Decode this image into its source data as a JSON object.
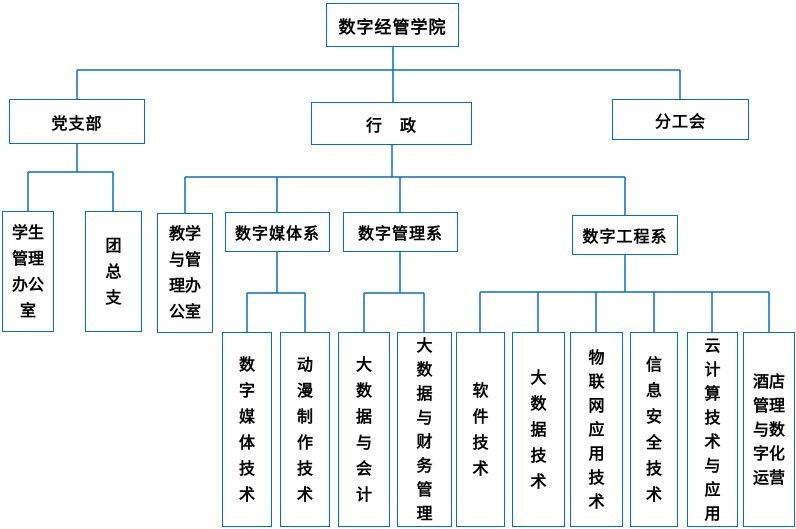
{
  "colors": {
    "line": "#0a6ebd",
    "text": "#000000",
    "background": "#ffffff"
  },
  "nodes": {
    "root": "数字经管学院",
    "party_branch": "党支部",
    "administration": "行　政",
    "branch_union": "分工会",
    "student_affairs_office": "学生管理办公室",
    "youth_league_committee": "团总支",
    "teaching_mgmt_office": "教学与管理办公室",
    "digital_media_dept": "数字媒体系",
    "digital_mgmt_dept": "数字管理系",
    "digital_eng_dept": "数字工程系",
    "digital_media_tech": "数字媒体技术",
    "animation_production_tech": "动漫制作技术",
    "big_data_accounting": "大数据与会计",
    "big_data_finance_mgmt": "大数据与财务管理",
    "software_tech": "软件技术",
    "big_data_tech": "大数据技术",
    "iot_application_tech": "物联网应用技术",
    "info_security_tech": "信息安全技术",
    "cloud_computing_tech": "云计算技术与应用",
    "hotel_mgmt_digital_ops": "酒店管理与数字化运营"
  },
  "structure": {
    "root": "数字经管学院",
    "children_of_root": [
      "党支部",
      "行　政",
      "分工会"
    ],
    "children_of_party_branch": [
      "学生管理办公室",
      "团总支"
    ],
    "children_of_administration": [
      "教学与管理办公室",
      "数字媒体系",
      "数字管理系",
      "数字工程系"
    ],
    "children_of_digital_media_dept": [
      "数字媒体技术",
      "动漫制作技术"
    ],
    "children_of_digital_mgmt_dept": [
      "大数据与会计",
      "大数据与财务管理"
    ],
    "children_of_digital_eng_dept": [
      "软件技术",
      "大数据技术",
      "物联网应用技术",
      "信息安全技术",
      "云计算技术与应用",
      "酒店管理与数字化运营"
    ]
  }
}
